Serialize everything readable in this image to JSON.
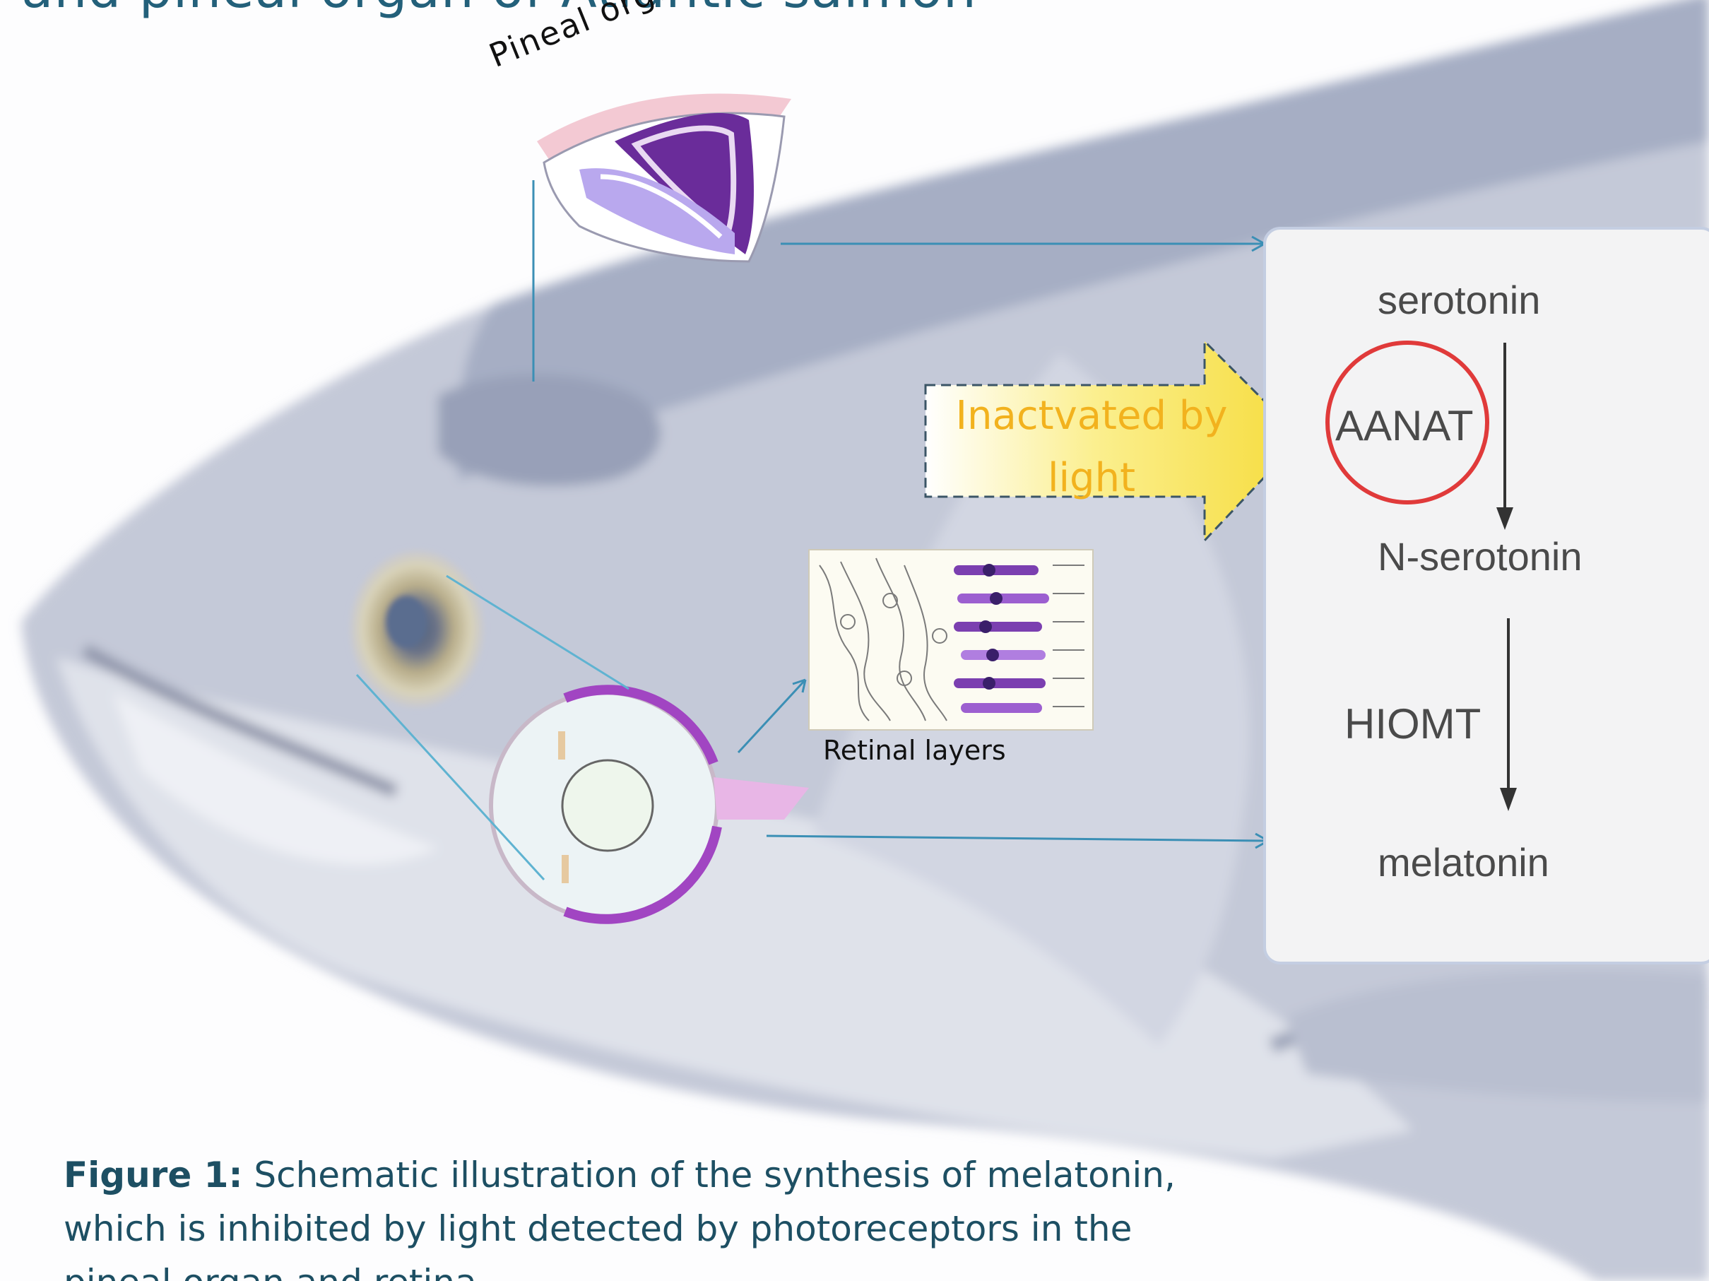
{
  "title_fragment": "and pineal organ of Atlantic salmon",
  "labels": {
    "pineal_organ": "Pineal organ",
    "retinal_layers": "Retinal layers",
    "inactivated_line1": "Inactvated by",
    "inactivated_line2": "light"
  },
  "pathway": {
    "substrate": "serotonin",
    "enzyme1": "AANAT",
    "intermediate": "N-serotonin",
    "enzyme2": "HIOMT",
    "product": "melatonin"
  },
  "caption": {
    "label": "Figure 1:",
    "text": " Schematic illustration of the synthesis of melatonin, which is inhibited by light detected by photoreceptors in the pineal organ and retina."
  },
  "colors": {
    "title": "#23607a",
    "arrow_fill": "#f7e04a",
    "arrow_text": "#f2b21e",
    "connector": "#3b8fb5",
    "aanat_circle": "#e03a3a",
    "caption": "#1d4f63"
  }
}
